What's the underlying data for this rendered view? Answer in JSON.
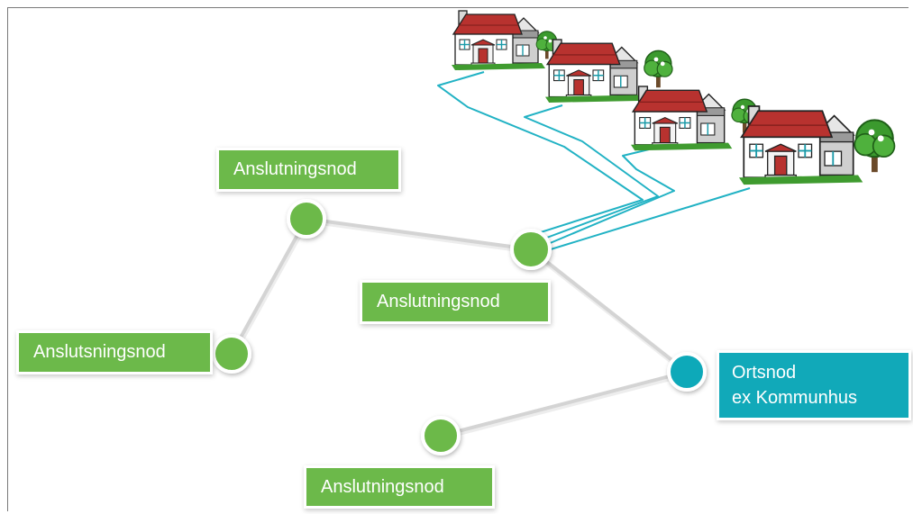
{
  "diagram": {
    "nodes": [
      {
        "id": "n-top",
        "label": "Anslutningsnod"
      },
      {
        "id": "n-mid",
        "label": "Anslutningsnod"
      },
      {
        "id": "n-left",
        "label": "Anslutsningsnod"
      },
      {
        "id": "n-bottom",
        "label": "Anslutningsnod"
      },
      {
        "id": "n-ort",
        "label_line1": "Ortsnod",
        "label_line2": "ex Kommunhus"
      }
    ],
    "edges": [
      {
        "from": "n-left",
        "to": "n-top"
      },
      {
        "from": "n-top",
        "to": "n-mid"
      },
      {
        "from": "n-mid",
        "to": "n-ort"
      },
      {
        "from": "n-bottom",
        "to": "n-ort"
      },
      {
        "from": "n-mid",
        "to": "houses",
        "kind": "fiber"
      }
    ],
    "houses_count": 4
  },
  "colors": {
    "node_green": "#6cb94a",
    "node_teal": "#11a9b9",
    "link_gray": "#d4d4d4",
    "fiber_cyan": "#21b2c4",
    "roof_red": "#b8322f",
    "tree_green": "#3b9a2e"
  },
  "icons": {
    "house": "house-icon",
    "tree": "tree-icon"
  }
}
